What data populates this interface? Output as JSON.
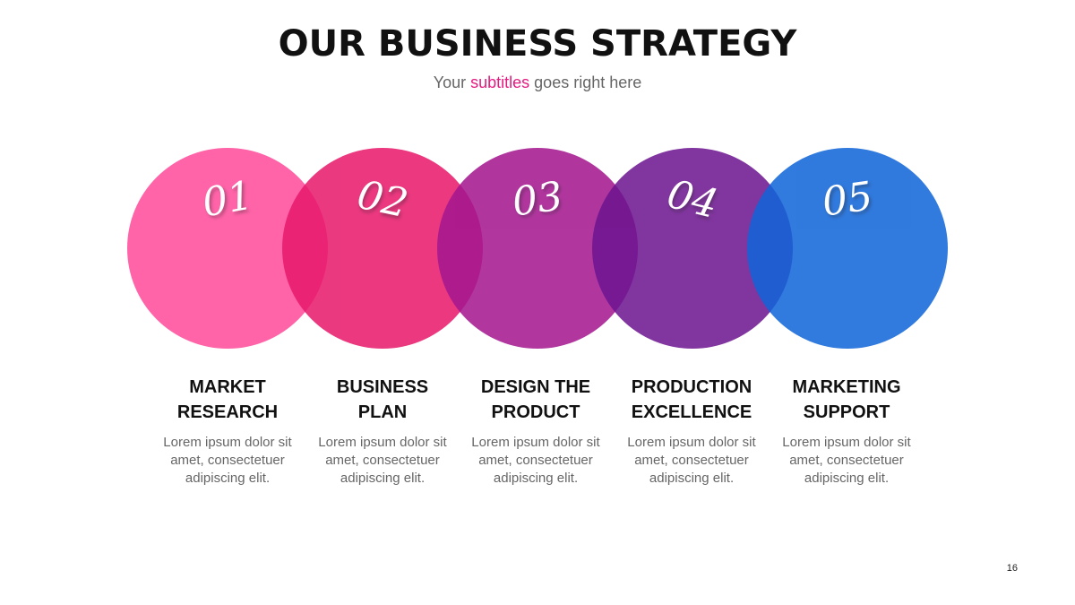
{
  "slide": {
    "title": "OUR BUSINESS STRATEGY",
    "subtitle_before": "Your ",
    "subtitle_highlight": "subtitles",
    "subtitle_after": " goes right here",
    "page_number": "16"
  },
  "colors": {
    "accent": "#e6197f",
    "step1": "#ff4a9a",
    "step2": "#e8186b",
    "step3": "#a4168f",
    "step4": "#6d1590",
    "step5": "#0f64d8"
  },
  "steps": [
    {
      "number": "01",
      "label": "MARKET\nRESEARCH",
      "description": "Lorem ipsum dolor sit amet, consectetuer adipiscing elit."
    },
    {
      "number": "02",
      "label": "BUSINESS\nPLAN",
      "description": "Lorem ipsum dolor sit amet, consectetuer adipiscing elit."
    },
    {
      "number": "03",
      "label": "DESIGN THE\nPRODUCT",
      "description": "Lorem ipsum dolor sit amet, consectetuer adipiscing elit."
    },
    {
      "number": "04",
      "label": "PRODUCTION\nEXCELLENCE",
      "description": "Lorem ipsum dolor sit amet, consectetuer adipiscing elit."
    },
    {
      "number": "05",
      "label": "MARKETING\nSUPPORT",
      "description": "Lorem ipsum dolor sit amet, consectetuer adipiscing elit."
    }
  ]
}
